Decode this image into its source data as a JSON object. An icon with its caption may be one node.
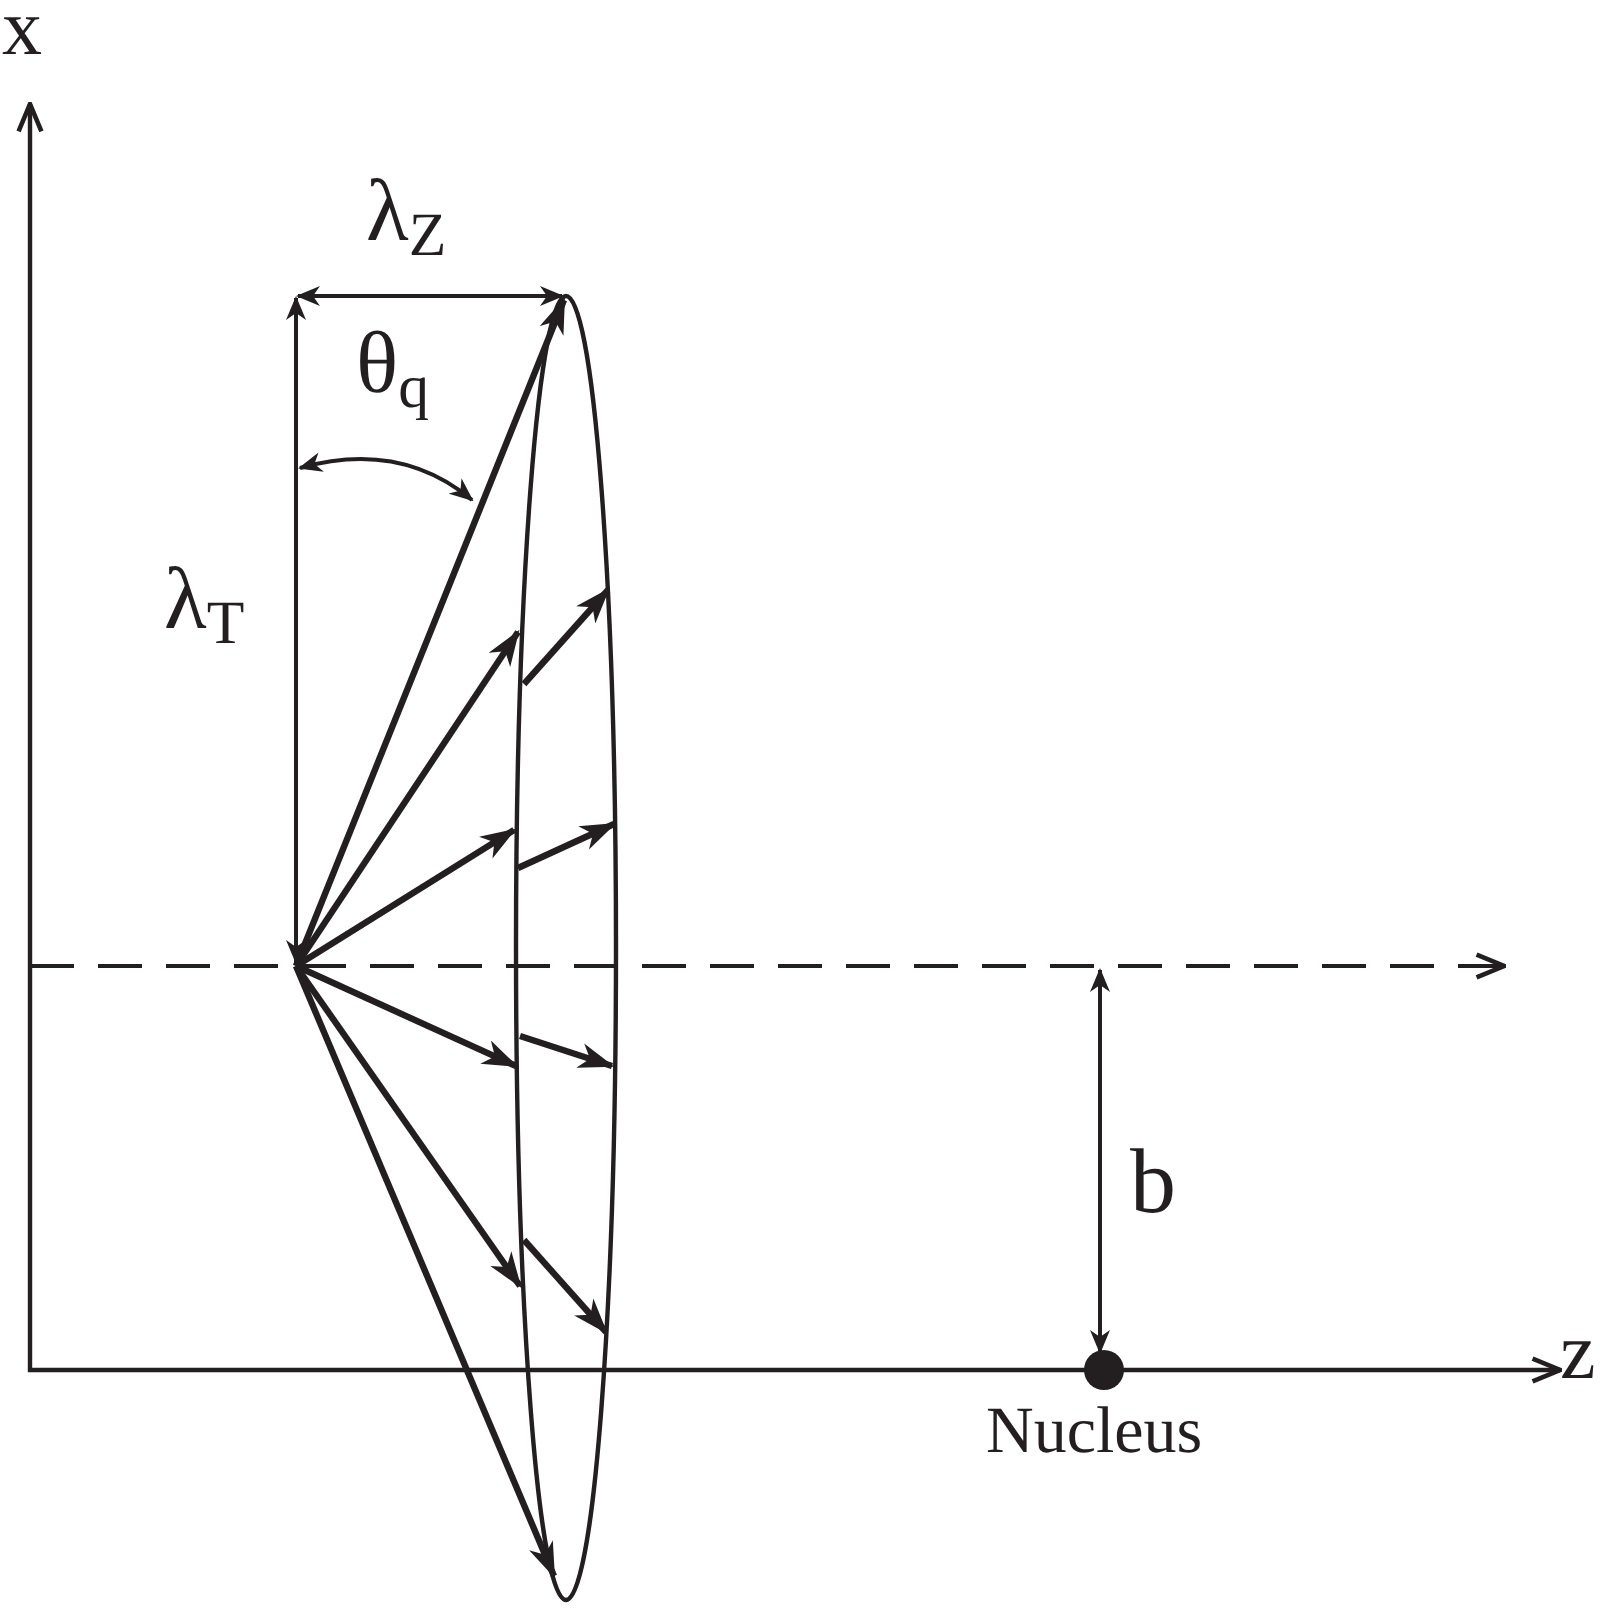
{
  "diagram": {
    "labels": [
      "x",
      "λ$_{Z}$",
      "θ$_{q}$",
      "λ$_{T}$",
      "b",
      "z",
      "Nucleus"
    ]
  }
}
